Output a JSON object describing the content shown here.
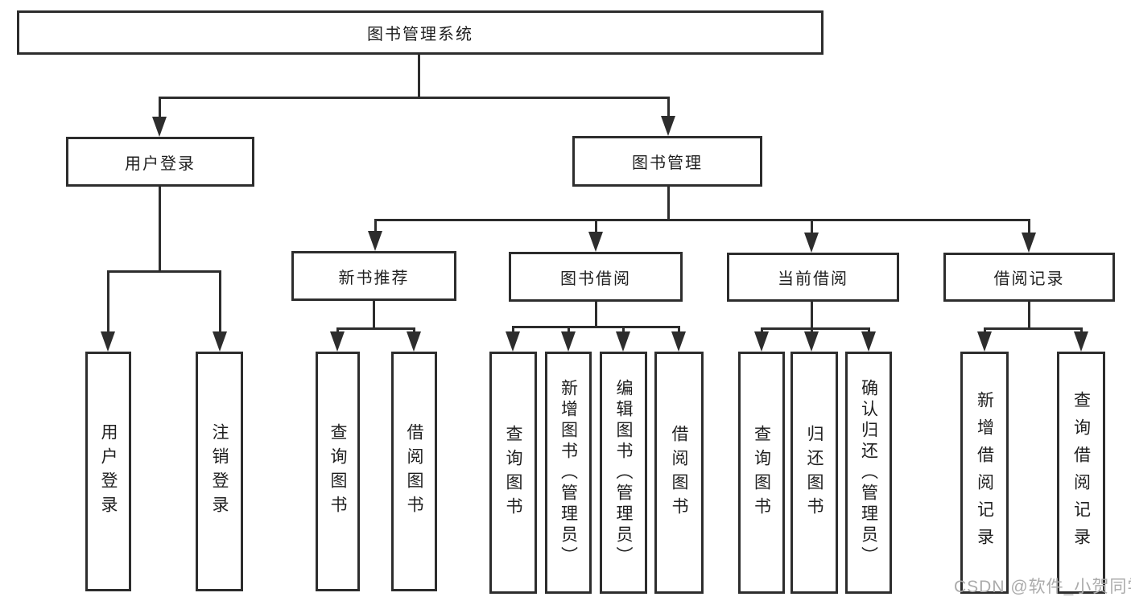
{
  "nodes": {
    "root": "图书管理系统",
    "level1": [
      "用户登录",
      "图书管理"
    ],
    "level2": [
      "新书推荐",
      "图书借阅",
      "当前借阅",
      "借阅记录"
    ],
    "leaves_user": [
      "用户登录",
      "注销登录"
    ],
    "leaves_recommend": [
      "查询图书",
      "借阅图书"
    ],
    "leaves_borrow": [
      "查询图书",
      "新增图书（管理员）",
      "编辑图书（管理员）",
      "借阅图书"
    ],
    "leaves_current": [
      "查询图书",
      "归还图书",
      "确认归还（管理员）"
    ],
    "leaves_records": [
      "新增借阅记录",
      "查询借阅记录"
    ]
  },
  "watermark": "CSDN @软件_小贺同学",
  "colors": {
    "line": "#2d2d2d",
    "text": "#1f1f1f",
    "watermark": "#ababab",
    "background": "#ffffff"
  }
}
